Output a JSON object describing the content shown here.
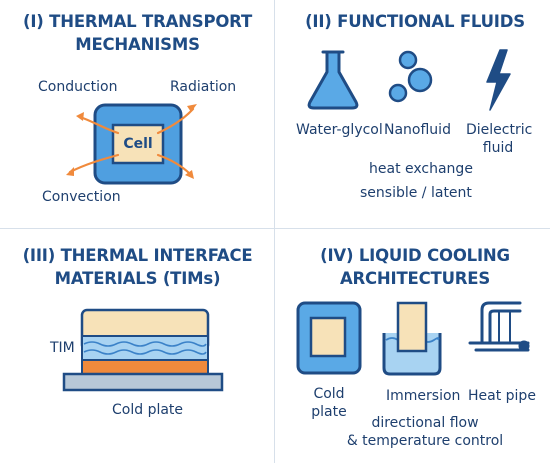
{
  "colors": {
    "primary": "#1f4c85",
    "light_blue": "#5aa9e6",
    "pale_blue": "#cfe4f4",
    "orange": "#f08a3c",
    "cream": "#f7e2b8",
    "grey": "#b7c8d8"
  },
  "panel1": {
    "heading_line1": "(I) THERMAL TRANSPORT",
    "heading_line2": "MECHANISMS",
    "conduction": "Conduction",
    "radiation": "Radiation",
    "convection": "Convection",
    "cell": "Cell"
  },
  "panel2": {
    "heading": "(II) FUNCTIONAL FLUIDS",
    "icons": [
      "flask-icon",
      "bubbles-icon",
      "lightning-icon"
    ],
    "water_glycol": "Water-glycol",
    "nanofluid": "Nanofluid",
    "dielectric_line1": "Dielectric",
    "dielectric_line2": "fluid",
    "heat_exchange": "heat exchange",
    "sensible_latent": "sensible / latent"
  },
  "panel3": {
    "heading_line1": "(III) THERMAL INTERFACE",
    "heading_line2": "MATERIALS (TIMs)",
    "tim": "TIM",
    "cold_plate": "Cold plate"
  },
  "panel4": {
    "heading_line1": "(IV) LIQUID COOLING",
    "heading_line2": "ARCHITECTURES",
    "cold_plate_line1": "Cold",
    "cold_plate_line2": "plate",
    "immersion": "Immersion",
    "heat_pipe": "Heat pipe",
    "note_line1": "directional flow",
    "note_line2": "& temperature control"
  }
}
